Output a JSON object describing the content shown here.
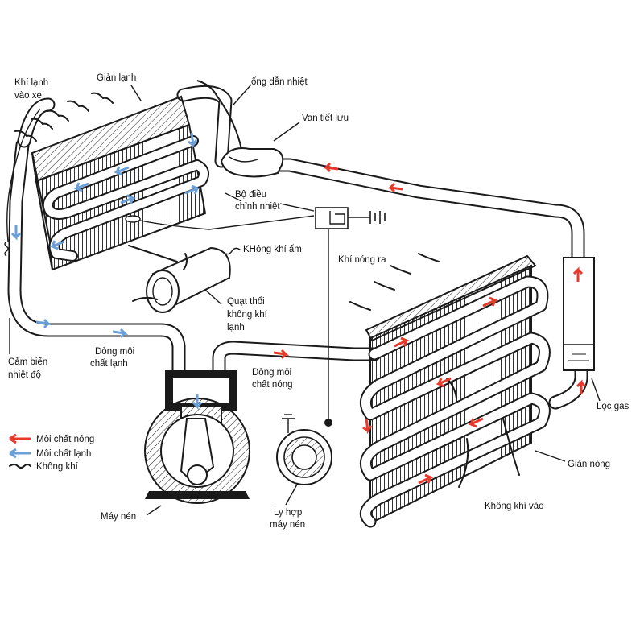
{
  "colors": {
    "hot_refrigerant": "#e8392b",
    "cold_refrigerant": "#6a9fd8",
    "line": "#1a1a1a"
  },
  "labels": {
    "cold_air_in_car_1": "Khí lạnh",
    "cold_air_in_car_2": "vào xe",
    "evaporator": "Giàn lạnh",
    "heat_pipe": "ống dẫn nhiệt",
    "expansion_valve": "Van tiết lưu",
    "thermostat_1": "Bộ điều",
    "thermostat_2": "chỉnh nhiệt",
    "warm_air": "KHông khí ấm",
    "hot_air_out": "Khí nóng ra",
    "blower_1": "Quạt thổi",
    "blower_2": "không khí",
    "blower_3": "lạnh",
    "temp_sensor_1": "Cảm biến",
    "temp_sensor_2": "nhiệt độ",
    "cold_flow_1": "Dòng môi",
    "cold_flow_2": "chất lạnh",
    "hot_flow_1": "Dòng môi",
    "hot_flow_2": "chất nóng",
    "gas_filter": "Lọc gas",
    "condenser": "Giàn nóng",
    "air_in": "Không khí vào",
    "compressor": "Máy nén",
    "clutch_1": "Ly hợp",
    "clutch_2": "máy nén"
  },
  "legend": {
    "hot": "Môi chất nóng",
    "cold": "Môi chất lạnh",
    "air": "Không khí"
  }
}
